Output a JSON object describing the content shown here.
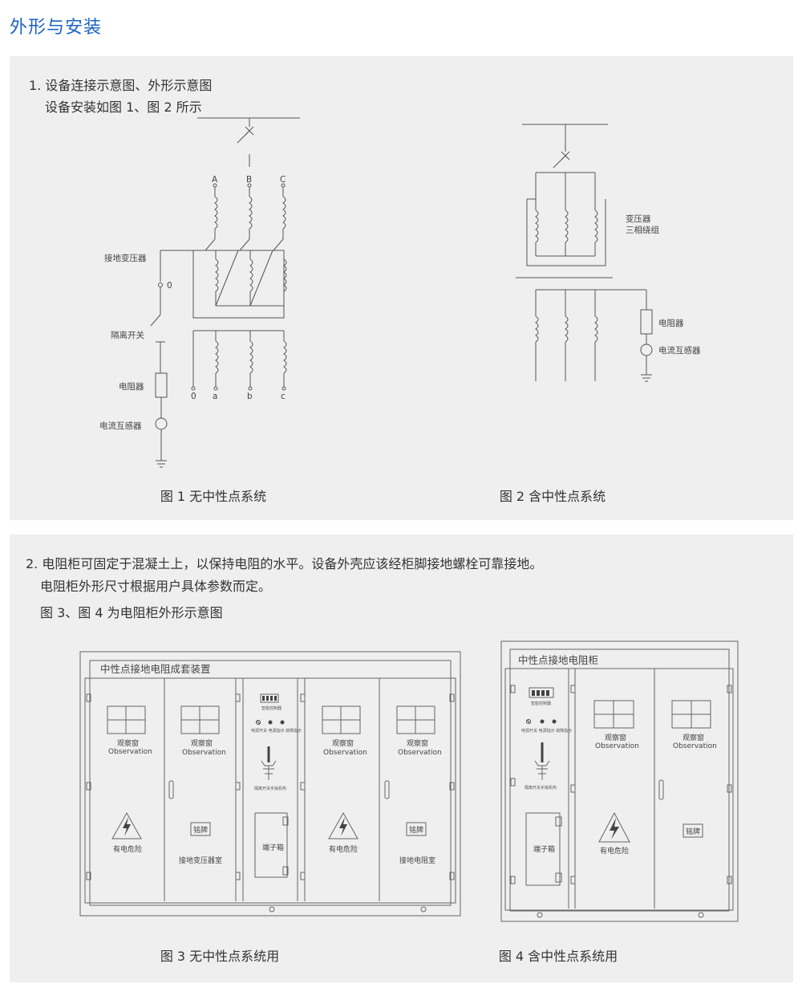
{
  "page": {
    "title": "外形与安装"
  },
  "section1": {
    "line1": "1. 设备连接示意图、外形示意图",
    "line2": "设备安装如图 1、图 2 所示",
    "fig1": {
      "phase_labels": [
        "A",
        "B",
        "C"
      ],
      "zero_label": "0",
      "grounding_transformer": "接地变压器",
      "isolating_switch": "隔离开关",
      "resistor": "电阻器",
      "current_transformer": "电流互感器",
      "terminal_labels": [
        "0",
        "a",
        "b",
        "c"
      ],
      "caption": "图 1 无中性点系统"
    },
    "fig2": {
      "transformer_line1": "变压器",
      "transformer_line2": "三相绕组",
      "resistor": "电阻器",
      "current_transformer": "电流互感器",
      "caption": "图 2 含中性点系统"
    }
  },
  "section2": {
    "line1": "2. 电阻柜可固定于混凝土上，以保持电阻的水平。设备外壳应该经柜脚接地螺栓可靠接地。",
    "line2": "电阻柜外形尺寸根据用户具体参数而定。",
    "line3": "图 3、图 4 为电阻柜外形示意图",
    "fig3": {
      "header": "中性点接地电阻成套装置",
      "window_cn": "观察窗",
      "window_en": "Observation",
      "danger": "有电危险",
      "nameplate": "铭牌",
      "room_transformer": "接地变压器室",
      "room_resistor": "接地电阻室",
      "controller": "智能控制器",
      "indicators": "电源开关 电源指示 故障指示",
      "switch_mech": "隔离开关手操机构",
      "terminal_box": "端子箱",
      "caption": "图 3 无中性点系统用"
    },
    "fig4": {
      "header": "中性点接地电阻柜",
      "window_cn": "观察窗",
      "window_en": "Observation",
      "danger": "有电危险",
      "nameplate": "铭牌",
      "controller": "智能控制器",
      "indicators": "电源开关 电源指示 故障指示",
      "switch_mech": "隔离开关手操机构",
      "terminal_box": "端子箱",
      "caption": "图 4 含中性点系统用"
    }
  }
}
